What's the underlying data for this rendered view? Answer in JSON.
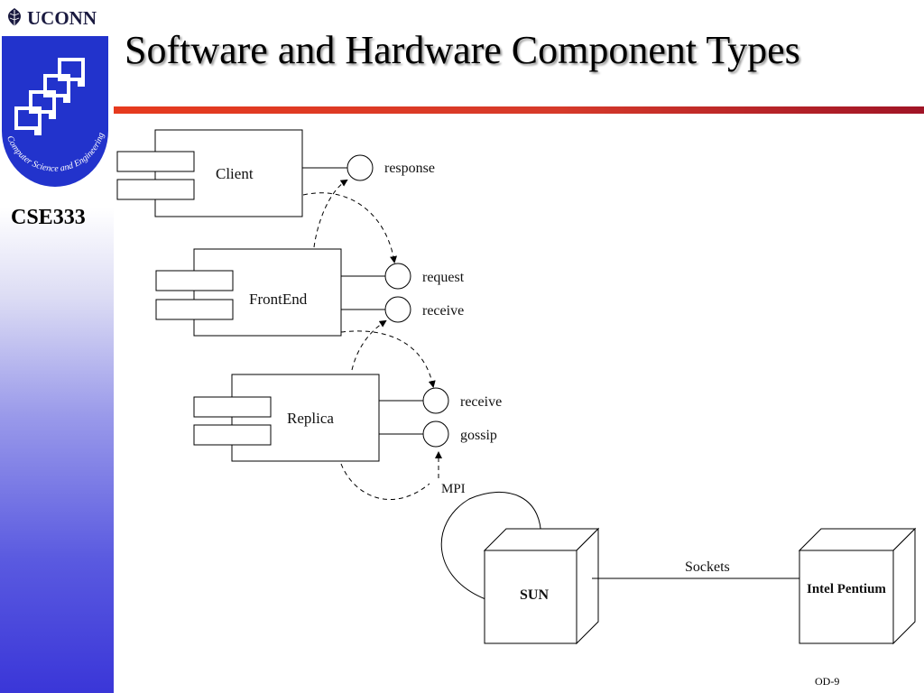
{
  "header": {
    "brand": "UCONN",
    "course": "CSE333"
  },
  "logo": {
    "caption": "Computer Science and Engineering"
  },
  "slide": {
    "title": "Software and Hardware Component Types",
    "footer": "OD-9"
  },
  "components": [
    {
      "name": "Client",
      "interfaces": [
        "response"
      ]
    },
    {
      "name": "FrontEnd",
      "interfaces": [
        "request",
        "receive"
      ]
    },
    {
      "name": "Replica",
      "interfaces": [
        "receive",
        "gossip"
      ]
    }
  ],
  "links": {
    "mpi": "MPI",
    "sockets": "Sockets"
  },
  "nodes": {
    "left": "SUN",
    "right": "Intel Pentium"
  },
  "colors": {
    "rule_start": "#e63a1e",
    "rule_end": "#a01426",
    "sidebar_bottom": "#3a36d8",
    "logo_blue": "#2233cc"
  }
}
